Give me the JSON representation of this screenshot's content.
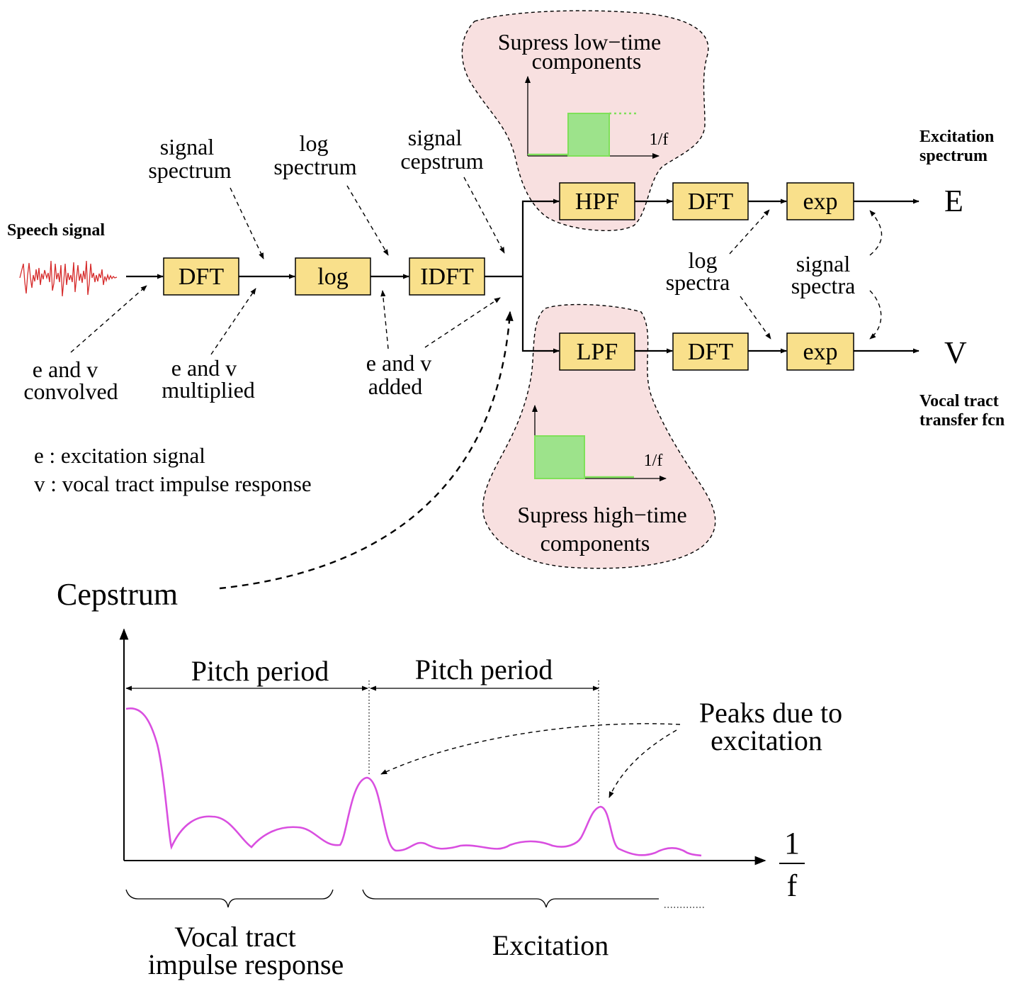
{
  "speech_signal_label": "Speech signal",
  "boxes": {
    "dft1": "DFT",
    "log": "log",
    "idft": "IDFT",
    "hpf": "HPF",
    "dft_top": "DFT",
    "exp_top": "exp",
    "lpf": "LPF",
    "dft_bottom": "DFT",
    "exp_bottom": "exp"
  },
  "annotations": {
    "signal_spectrum": [
      "signal",
      "spectrum"
    ],
    "log_spectrum": [
      "log",
      "spectrum"
    ],
    "signal_cepstrum": [
      "signal",
      "cepstrum"
    ],
    "ev_convolved": [
      "e and v",
      "convolved"
    ],
    "ev_multiplied": [
      "e and v",
      "multiplied"
    ],
    "ev_added": [
      "e and v",
      "added"
    ],
    "log_spectra": [
      "log",
      "spectra"
    ],
    "signal_spectra": [
      "signal",
      "spectra"
    ]
  },
  "legend": {
    "e": "e : excitation signal",
    "v": "v : vocal tract impulse response"
  },
  "highpass_region": {
    "title": [
      "Supress low−time",
      "components"
    ],
    "axis_label": "1/f"
  },
  "lowpass_region": {
    "title": [
      "Supress high−time",
      "components"
    ],
    "axis_label": "1/f"
  },
  "outputs": {
    "e_symbol": "E",
    "e_label": [
      "Excitation",
      "spectrum"
    ],
    "v_symbol": "V",
    "v_label": [
      "Vocal tract",
      "transfer fcn"
    ]
  },
  "cepstrum_plot": {
    "title": "Cepstrum",
    "pitch_period_1": "Pitch period",
    "pitch_period_2": "Pitch period",
    "peaks_label": [
      "Peaks due to",
      "excitation"
    ],
    "x_axis_numerator": "1",
    "x_axis_denominator": "f",
    "vocal_tract_label": [
      "Vocal tract",
      "impulse response"
    ],
    "excitation_label": "Excitation"
  },
  "colors": {
    "box_fill": "#f9e08b",
    "blob_fill": "#f8e0e0",
    "filter_fill": "#9de38b",
    "filter_line": "#7fe05a",
    "speech_wave": "#d62c2c",
    "cepstrum_curve": "#d94fe0"
  }
}
